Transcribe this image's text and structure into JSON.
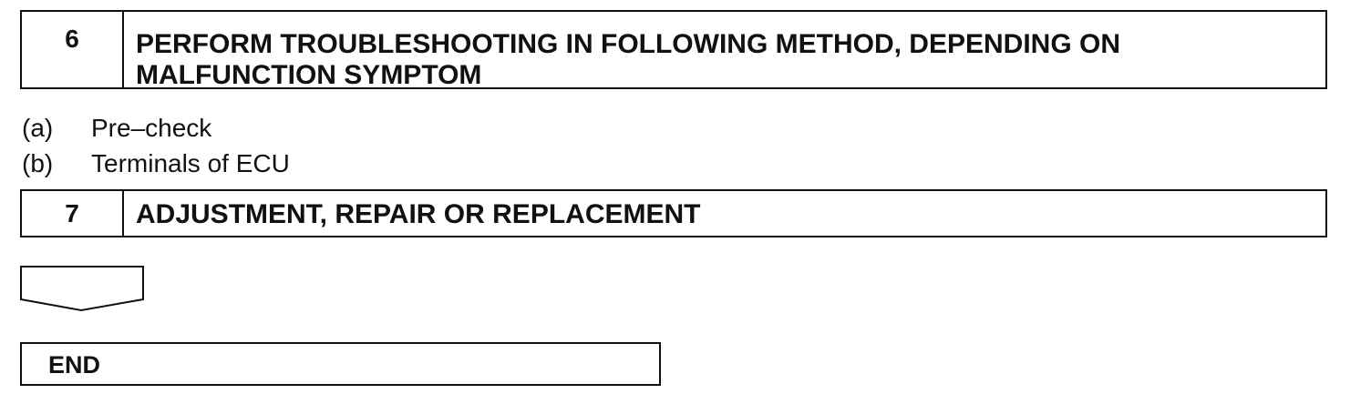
{
  "steps": [
    {
      "number": "6",
      "title": "PERFORM TROUBLESHOOTING IN FOLLOWING METHOD, DEPENDING ON MALFUNCTION SYMPTOM"
    },
    {
      "number": "7",
      "title": "ADJUSTMENT, REPAIR OR REPLACEMENT"
    }
  ],
  "sub_items": [
    {
      "letter": "(a)",
      "text": "Pre–check"
    },
    {
      "letter": "(b)",
      "text": "Terminals of ECU"
    }
  ],
  "end_label": "END",
  "icons": {
    "flow_arrow": "down-arrow-icon"
  }
}
